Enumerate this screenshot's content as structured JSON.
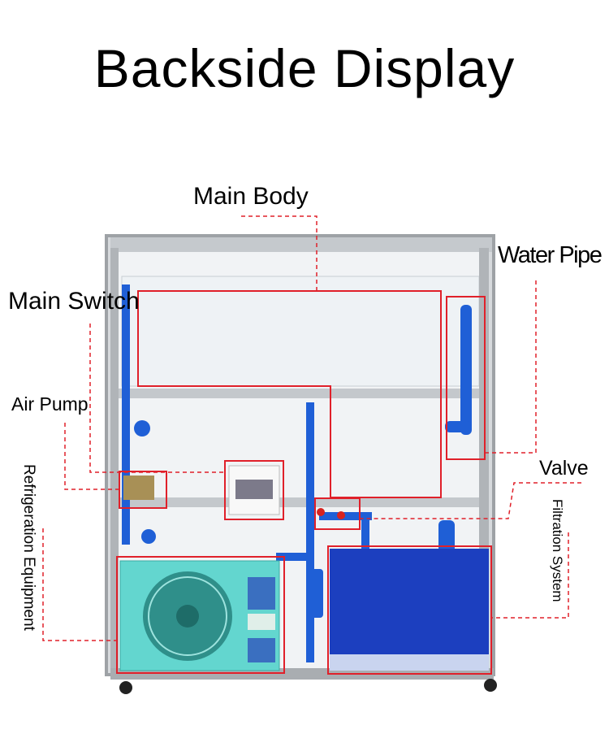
{
  "title": "Backside Display",
  "labels": {
    "main_body": "Main Body",
    "water_pipe": "Water Pipe",
    "main_switch": "Main Switch",
    "air_pump": "Air Pump",
    "valve": "Valve",
    "refrigeration_equipment": "Refrigeration Equipment",
    "filtration_system": "Filtration System"
  },
  "colors": {
    "highlight_box": "#e0202a",
    "leader_line": "#e0202a",
    "pipe_blue": "#1f5fd6",
    "filter_tank": "#1c3fbf",
    "chiller": "#63d6cf",
    "frame": "#b9bcc0"
  }
}
